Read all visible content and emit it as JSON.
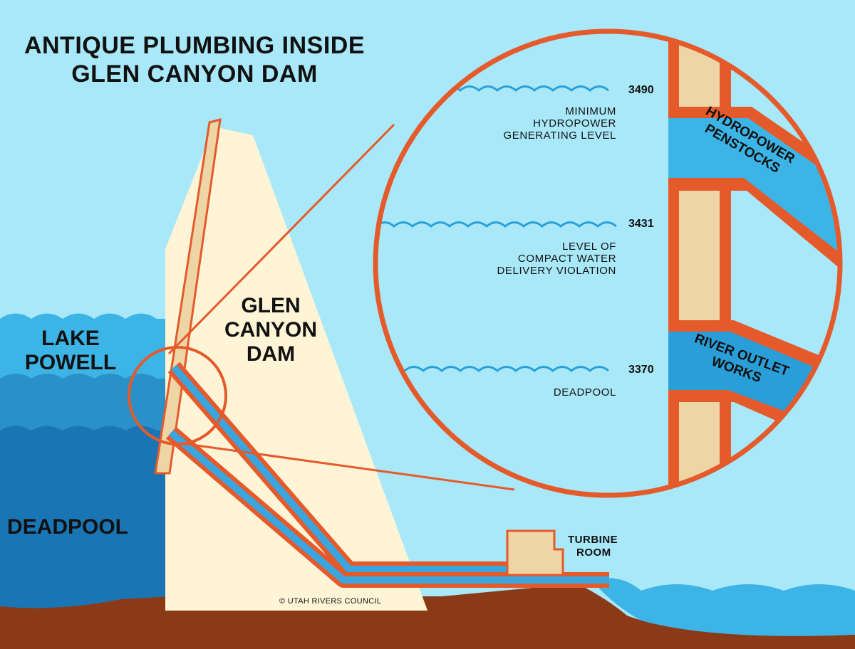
{
  "title": {
    "line1": "ANTIQUE PLUMBING INSIDE",
    "line2": "GLEN CANYON DAM"
  },
  "labels": {
    "lake_line1": "LAKE",
    "lake_line2": "POWELL",
    "deadpool_big": "DEADPOOL",
    "dam_line1": "GLEN",
    "dam_line2": "CANYON",
    "dam_line3": "DAM",
    "turbine_line1": "TURBINE",
    "turbine_line2": "ROOM",
    "penstocks_line1": "HYDROPOWER",
    "penstocks_line2": "PENSTOCKS",
    "outlet_line1": "RIVER OUTLET",
    "outlet_line2": "WORKS",
    "credit": "© UTAH RIVERS COUNCIL"
  },
  "levels": [
    {
      "value": "3490",
      "desc": [
        "MINIMUM",
        "HYDROPOWER",
        "GENERATING LEVEL"
      ]
    },
    {
      "value": "3431",
      "desc": [
        "LEVEL OF",
        "COMPACT WATER",
        "DELIVERY VIOLATION"
      ]
    },
    {
      "value": "3370",
      "desc": [
        "DEADPOOL"
      ]
    }
  ],
  "colors": {
    "sky": "#a8e8f8",
    "water_top": "#3cb4e6",
    "water_mid": "#2a90c8",
    "water_deep": "#1a75b5",
    "ground": "#8b3a18",
    "dam": "#fff5d6",
    "wall": "#eed5a6",
    "accent": "#e55a2b",
    "pipe_blue": "#3aa6e0"
  }
}
